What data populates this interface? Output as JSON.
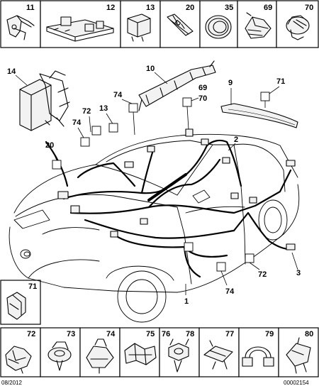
{
  "diagram_title": "",
  "top_row_items": [
    {
      "number": "11",
      "icon": "clip-icon"
    },
    {
      "number": "12",
      "icon": "relay-board-icon"
    },
    {
      "number": "13",
      "icon": "connector-icon"
    },
    {
      "number": "20",
      "icon": "fuse-icon"
    },
    {
      "number": "35",
      "icon": "grommet-icon"
    },
    {
      "number": "69",
      "icon": "cable-clip-icon"
    },
    {
      "number": "70",
      "icon": "rotary-clip-icon"
    }
  ],
  "callouts": {
    "c14": "14",
    "c10": "10",
    "c9": "9",
    "c71": "71",
    "c69": "69",
    "c70": "70",
    "c74a": "74",
    "c72a": "72",
    "c13": "13",
    "c74b": "74",
    "c20": "20",
    "c2": "2",
    "c3": "3",
    "c72b": "72",
    "c1": "1",
    "c74c": "74"
  },
  "side_item": {
    "number": "71",
    "icon": "seal-clip-icon"
  },
  "bottom_row_items": [
    {
      "number": "72",
      "icon": "bracket-clip-icon"
    },
    {
      "number": "73",
      "icon": "push-clip-icon"
    },
    {
      "number": "74",
      "icon": "tie-clip-icon"
    },
    {
      "number": "75",
      "icon": "double-clip-icon"
    },
    {
      "number": "76",
      "icon": "rivet-clip-icon"
    },
    {
      "number": "78",
      "icon": "rivet-clip-icon"
    },
    {
      "number": "77",
      "icon": "spring-clip-icon"
    },
    {
      "number": "79",
      "icon": "loop-clip-icon"
    },
    {
      "number": "80",
      "icon": "strap-clip-icon"
    }
  ],
  "footer": {
    "date": "08/2012",
    "reference": "00002154"
  }
}
